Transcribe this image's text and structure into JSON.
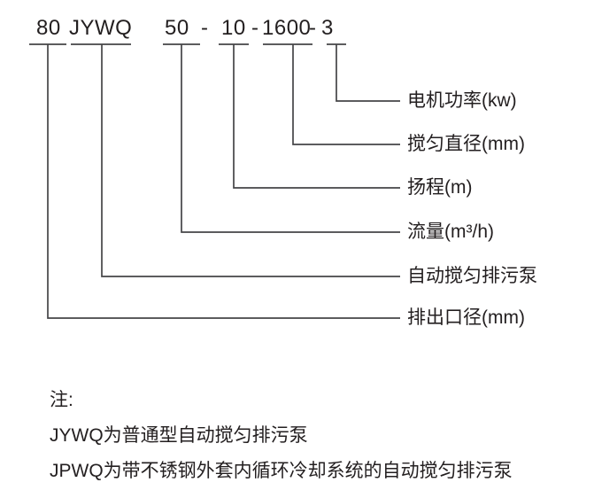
{
  "page": {
    "background": "#ffffff",
    "line_color": "#454547",
    "text_color": "#231f20"
  },
  "model_code": {
    "segments": [
      "80",
      "JYWQ",
      "50",
      "-",
      "10",
      "-",
      "1600",
      "-",
      "3"
    ]
  },
  "callouts": [
    "电机功率(kw)",
    "搅匀直径(mm)",
    "扬程(m)",
    "流量(m³/h)",
    "自动搅匀排污泵",
    "排出口径(mm)"
  ],
  "notes": {
    "heading": "注:",
    "lines": [
      "JYWQ为普通型自动搅匀排污泵",
      "JPWQ为带不锈钢外套内循环冷却系统的自动搅匀排污泵"
    ]
  }
}
